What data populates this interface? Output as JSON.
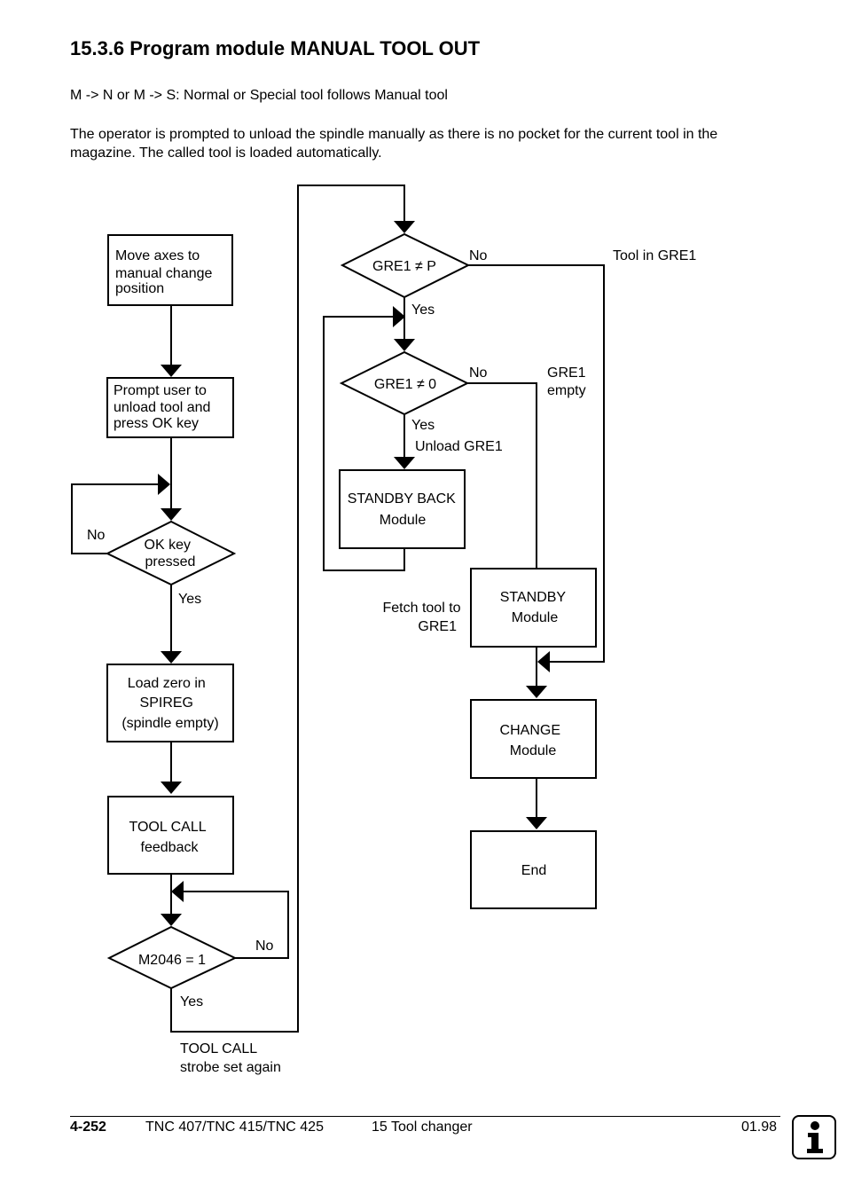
{
  "heading": "15.3.6 Program module MANUAL TOOL OUT",
  "para1": "M -> N or M -> S: Normal or Special tool follows Manual tool",
  "para2": "The operator is prompted to unload the spindle manually as there is no pocket for the current tool in the magazine. The called tool is loaded automatically.",
  "flow": {
    "move_axes": [
      "Move axes to",
      "manual change",
      "position"
    ],
    "prompt_user": [
      "Prompt user to",
      "unload tool and",
      "press OK key"
    ],
    "ok_key": [
      "OK key",
      "pressed"
    ],
    "no_ok": "No",
    "yes_ok": "Yes",
    "load_zero": [
      "Load zero in",
      "SPIREG",
      "(spindle empty)"
    ],
    "tool_call_fb": [
      "TOOL CALL",
      "feedback"
    ],
    "m2046": "M2046 = 1",
    "no_m2046": "No",
    "yes_m2046": "Yes",
    "strobe": [
      "TOOL CALL",
      "strobe set again"
    ],
    "gre1_p": "GRE1 ≠ P",
    "no_gre1_p": "No",
    "tool_in_gre1": "Tool in GRE1",
    "yes_gre1_p": "Yes",
    "gre1_0": "GRE1 ≠ 0",
    "no_gre1_0": "No",
    "gre1_empty": [
      "GRE1",
      "empty"
    ],
    "yes_gre1_0": "Yes",
    "unload_gre1": "Unload GRE1",
    "standby_back": [
      "STANDBY BACK",
      "Module"
    ],
    "fetch_tool": [
      "Fetch tool to",
      "GRE1"
    ],
    "standby": [
      "STANDBY",
      "Module"
    ],
    "change": [
      "CHANGE",
      "Module"
    ],
    "end": "End"
  },
  "footer": {
    "page": "4-252",
    "model": "TNC 407/TNC 415/TNC 425",
    "chapter": "15 Tool changer",
    "date": "01.98"
  },
  "info_icon": "info-icon"
}
